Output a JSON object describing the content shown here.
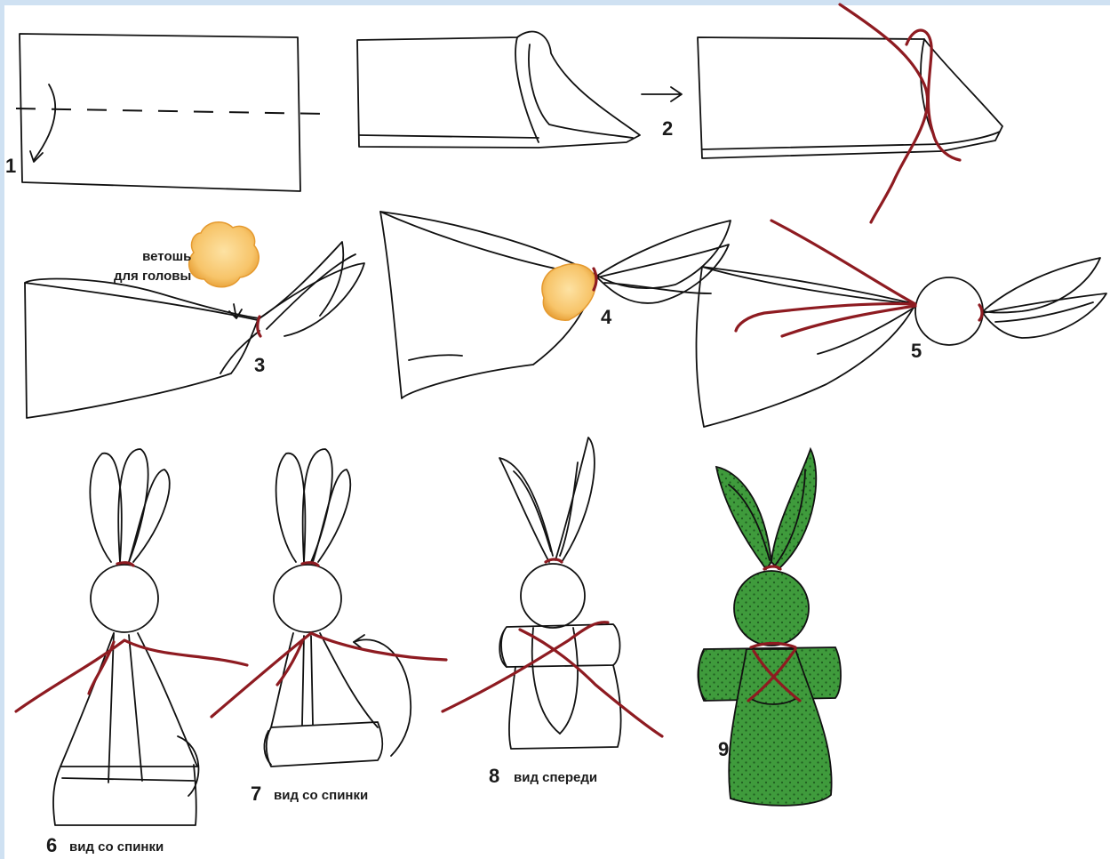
{
  "colors": {
    "ink": "#111111",
    "thread": "#8e1b21",
    "stuffing": "#f7c469",
    "stuffing_edge": "#e59a2f",
    "fabric_green": "#3f9b3c",
    "fabric_dots": "#1f5c20",
    "frame": "#cfe1f2"
  },
  "steps": [
    {
      "number": "1"
    },
    {
      "number": "2"
    },
    {
      "number": "3",
      "annotation": "ветошь\nдля головы"
    },
    {
      "number": "4"
    },
    {
      "number": "5"
    },
    {
      "number": "6",
      "caption": "вид со спинки"
    },
    {
      "number": "7",
      "caption": "вид со спинки"
    },
    {
      "number": "8",
      "caption": "вид спереди"
    },
    {
      "number": "9"
    }
  ],
  "icons": [
    "fold-arrow-icon",
    "right-arrow-icon",
    "turn-arrow-icon"
  ]
}
